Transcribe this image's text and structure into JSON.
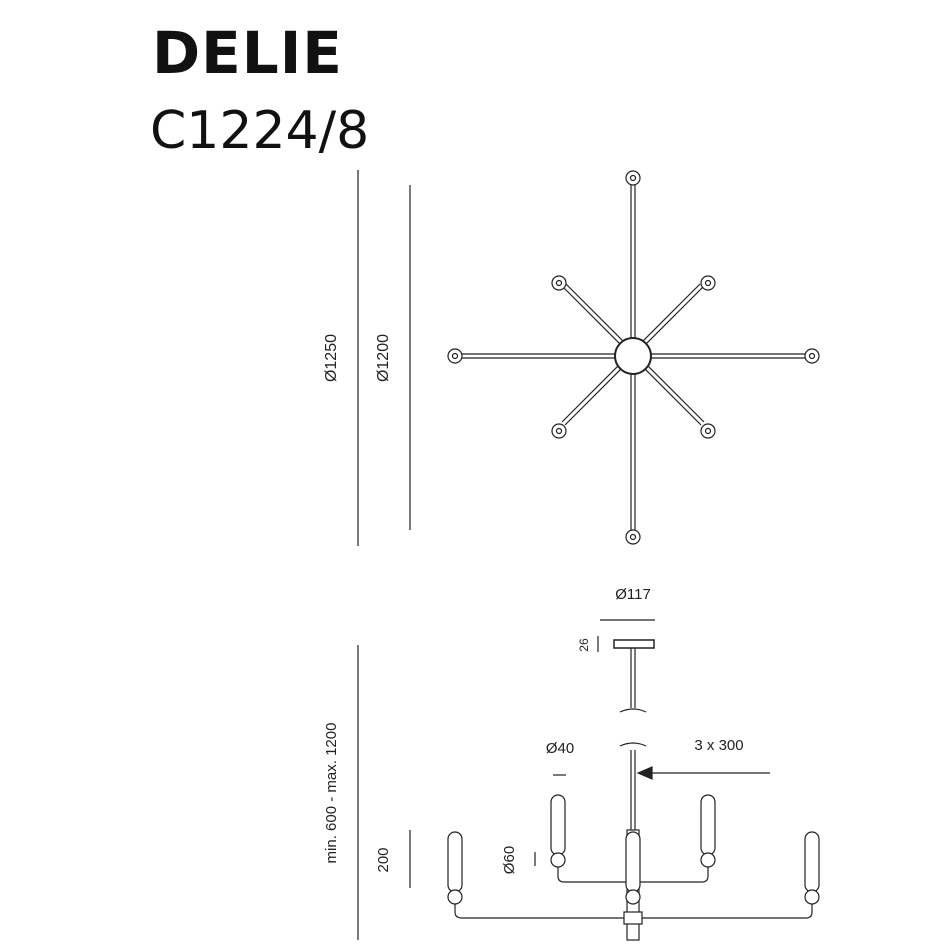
{
  "product": {
    "name": "DELIE",
    "code": "C1224/8"
  },
  "dimensions": {
    "outer_diameter": "Ø1250",
    "arm_diameter": "Ø1200",
    "canopy_diameter": "Ø117",
    "canopy_height": "26",
    "tube_diameter": "Ø40",
    "cable_note": "3 x 300",
    "globe_diameter": "Ø60",
    "suspension_length": "min. 600 - max. 1200",
    "body_height": "200"
  },
  "colors": {
    "line": "#222222",
    "dimension_line": "#444444"
  }
}
